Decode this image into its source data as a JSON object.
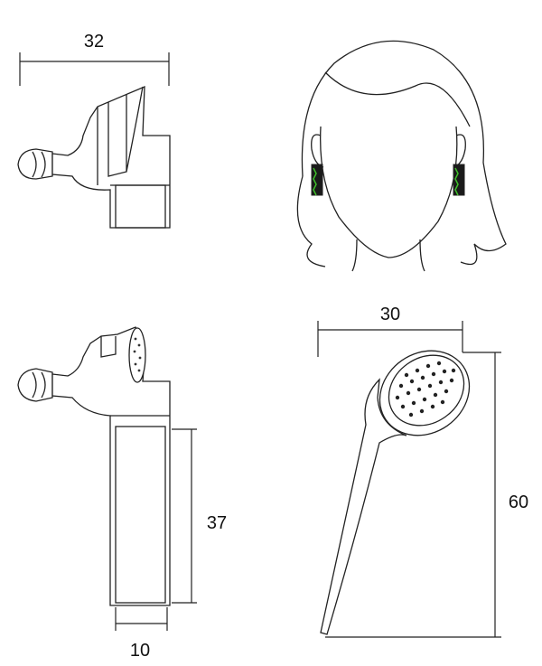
{
  "dimensions": {
    "top_width": "32",
    "stem_length": "37",
    "stem_width": "10",
    "earring_width": "30",
    "earring_height": "60"
  },
  "colors": {
    "line": "#222222",
    "accent_green": "#3fbf2a"
  }
}
